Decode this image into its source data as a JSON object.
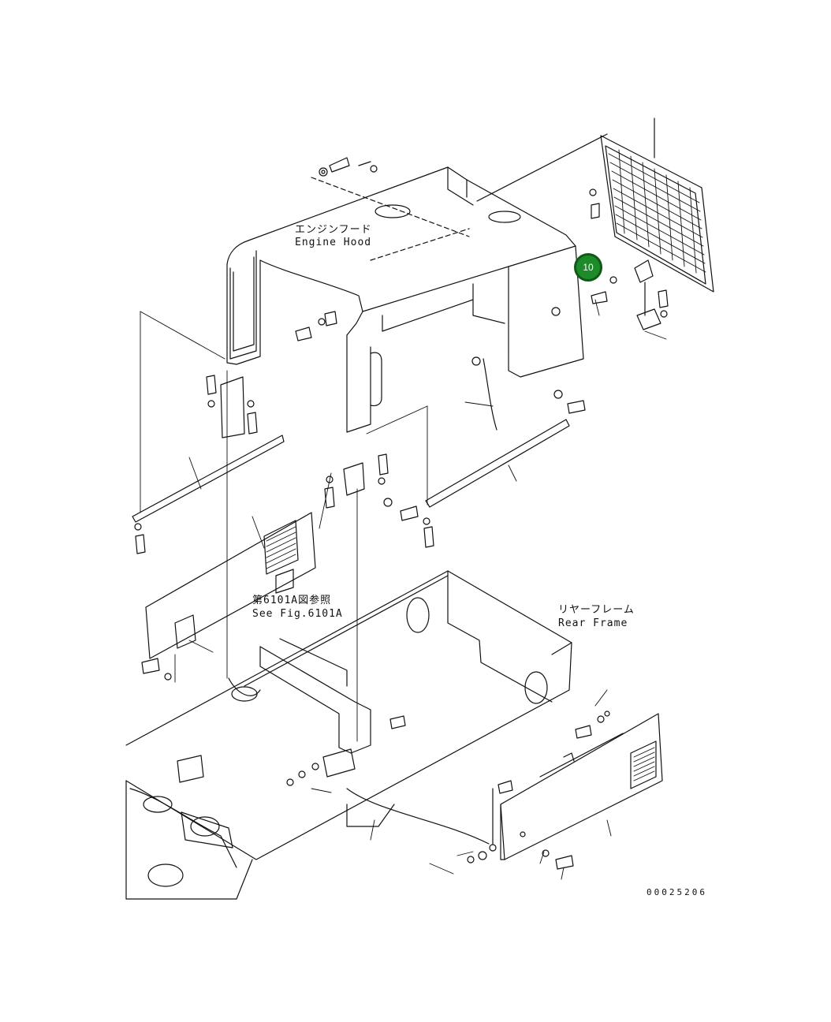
{
  "labels": {
    "engine_hood_jp": "エンジンフード",
    "engine_hood_en": "Engine Hood",
    "see_fig_jp": "第6101A図参照",
    "see_fig_en": "See Fig.6101A",
    "rear_frame_jp": "リヤーフレーム",
    "rear_frame_en": "Rear Frame",
    "drawing_number": "00025206"
  },
  "callout": {
    "number": "10",
    "color": "#1f8a2a"
  }
}
